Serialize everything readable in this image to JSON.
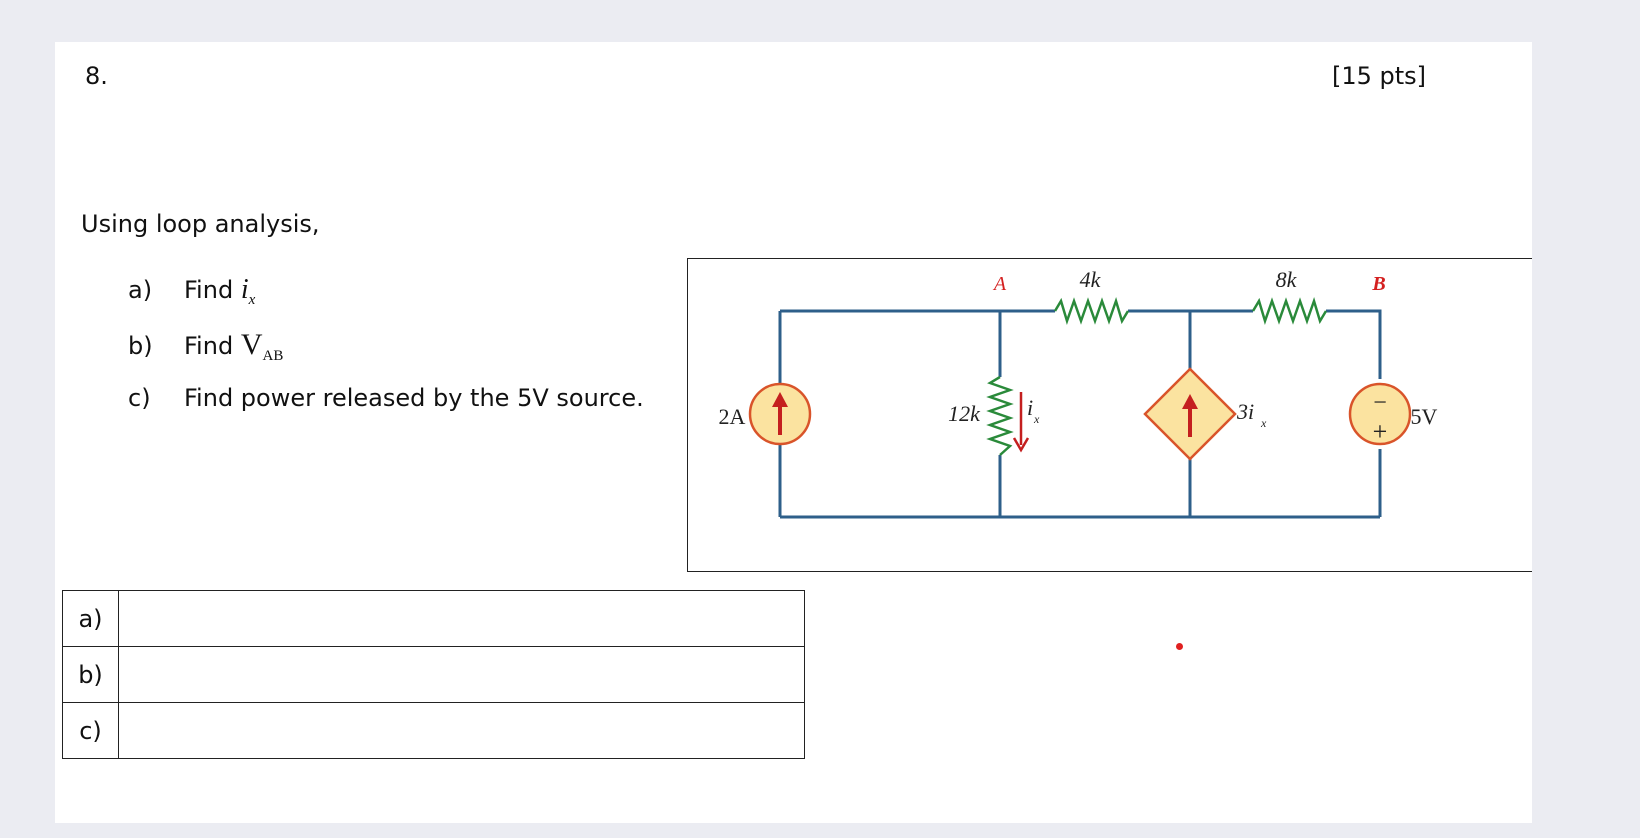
{
  "question": {
    "number": "8.",
    "points": "[15 pts]",
    "intro": "Using loop analysis,",
    "parts": [
      {
        "label": "a)",
        "text": "Find",
        "var": "i",
        "sub": "x"
      },
      {
        "label": "b)",
        "text": "Find",
        "var": "V",
        "sub": "AB"
      },
      {
        "label": "c)",
        "text": "Find power released by the 5V source."
      }
    ]
  },
  "circuit": {
    "node_a": "A",
    "node_b": "B",
    "r1": "4k",
    "r2": "8k",
    "r3": "12k",
    "current_source": "2A",
    "dependent_source": "3i",
    "dependent_source_sub": "x",
    "current_label": "i",
    "current_label_sub": "x",
    "voltage_source": "5V",
    "minus": "−",
    "plus": "+",
    "colors": {
      "wire": "#2e5f8a",
      "resistor": "#2a8a3a",
      "source_fill": "#fbe3a0",
      "source_stroke": "#d9542a",
      "arrow": "#c41f1f",
      "node_label": "#d42020"
    }
  },
  "answers": {
    "rows": [
      {
        "label": "a)",
        "value": ""
      },
      {
        "label": "b)",
        "value": ""
      },
      {
        "label": "c)",
        "value": ""
      }
    ]
  }
}
